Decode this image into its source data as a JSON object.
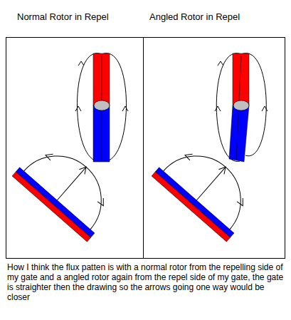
{
  "diagram": {
    "caption": "How I think the flux patten is with a normal rotor from the repelling side of my gate and a angled rotor again from the repel side of my gate, the gate is straighter then the drawing so the arrows going one way would be closer",
    "labels": [
      "Normal Rotor in Repel",
      "Angled Rotor in Repel"
    ]
  }
}
